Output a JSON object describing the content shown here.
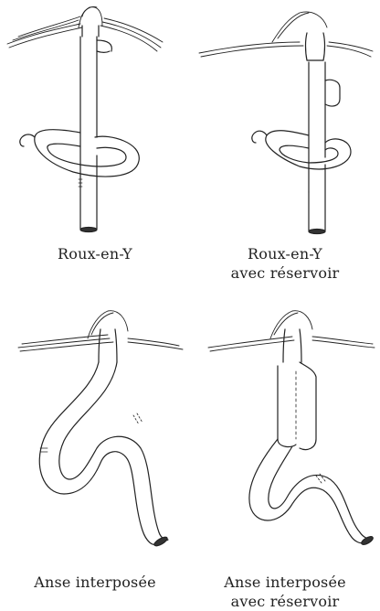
{
  "figure": {
    "panels": [
      {
        "id": "roux-en-y",
        "label_lines": [
          "Roux-en-Y"
        ]
      },
      {
        "id": "roux-en-y-reservoir",
        "label_lines": [
          "Roux-en-Y",
          "avec réservoir"
        ]
      },
      {
        "id": "anse-interposee",
        "label_lines": [
          "Anse interposée"
        ]
      },
      {
        "id": "anse-interposee-reservoir",
        "label_lines": [
          "Anse interposée",
          "avec réservoir"
        ]
      }
    ]
  },
  "colors": {
    "line": "#222222",
    "fill": "#ffffff",
    "lumen": "#333333"
  }
}
